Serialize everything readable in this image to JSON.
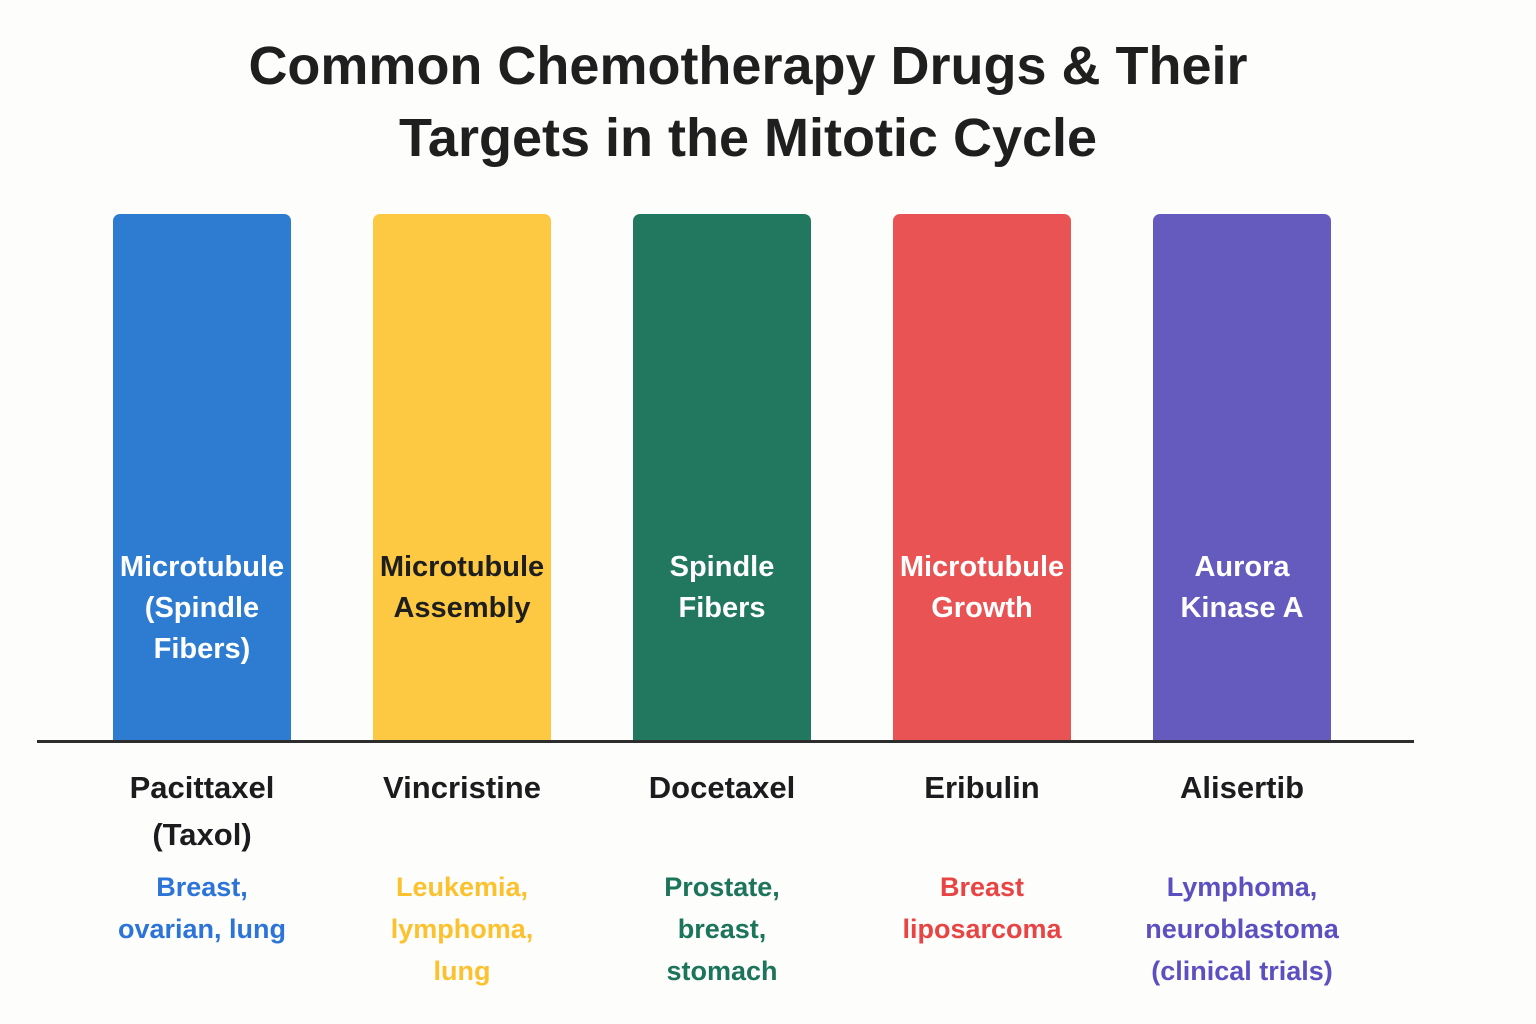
{
  "title_lines": [
    "Common Chemotherapy Drugs & Their",
    "Targets in the Mitotic Cycle"
  ],
  "chart_data": {
    "type": "bar",
    "title": "Common Chemotherapy Drugs & Their Targets in the Mitotic Cycle",
    "orientation": "vertical",
    "layout": {
      "numeric_axis": false,
      "grid": false,
      "legend": false,
      "baseline": "single black horizontal line under bars",
      "baseline_color": "#2d2d2d",
      "note": "all five bars are equal height (categorical infographic, no numeric values)"
    },
    "categories": [
      "Pacittaxel (Taxol)",
      "Vincristine",
      "Docetaxel",
      "Eribulin",
      "Alisertib"
    ],
    "values": [
      1,
      1,
      1,
      1,
      1
    ],
    "bars": [
      {
        "drug": "Pacittaxel (Taxol)",
        "drug_lines": [
          "Pacittaxel",
          "(Taxol)"
        ],
        "target": "Microtubule (Spindle Fibers)",
        "target_lines": [
          "Microtubule",
          "(Spindle",
          "Fibers)"
        ],
        "cancers": "Breast, ovarian, lung",
        "cancer_lines": [
          "Breast,",
          "ovarian, lung"
        ],
        "bar_color": "#2e7cd1",
        "target_text_color": "#ffffff",
        "cancer_text_color": "#2d74d8"
      },
      {
        "drug": "Vincristine",
        "drug_lines": [
          "Vincristine"
        ],
        "target": "Microtubule Assembly",
        "target_lines": [
          "Microtubule",
          "Assembly"
        ],
        "cancers": "Leukemia, lymphoma, lung",
        "cancer_lines": [
          "Leukemia,",
          "lymphoma,",
          "lung"
        ],
        "bar_color": "#fdc842",
        "target_text_color": "#1e1e1e",
        "cancer_text_color": "#fcc12e"
      },
      {
        "drug": "Docetaxel",
        "drug_lines": [
          "Docetaxel"
        ],
        "target": "Spindle Fibers",
        "target_lines": [
          "Spindle",
          "Fibers"
        ],
        "cancers": "Prostate, breast, stomach",
        "cancer_lines": [
          "Prostate,",
          "breast,",
          "stomach"
        ],
        "bar_color": "#22785f",
        "target_text_color": "#ffffff",
        "cancer_text_color": "#1c745a"
      },
      {
        "drug": "Eribulin",
        "drug_lines": [
          "Eribulin"
        ],
        "target": "Microtubule Growth",
        "target_lines": [
          "Microtubule",
          "Growth"
        ],
        "cancers": "Breast liposarcoma",
        "cancer_lines": [
          "Breast",
          "liposarcoma"
        ],
        "bar_color": "#e95353",
        "target_text_color": "#ffffff",
        "cancer_text_color": "#e94444"
      },
      {
        "drug": "Alisertib",
        "drug_lines": [
          "Alisertib"
        ],
        "target": "Aurora Kinase A",
        "target_lines": [
          "Aurora",
          "Kinase A"
        ],
        "cancers": "Lymphoma, neuroblastoma (clinical trials)",
        "cancer_lines": [
          "Lymphoma,",
          "neuroblastoma",
          "(clinical trials)"
        ],
        "bar_color": "#655abe",
        "target_text_color": "#ffffff",
        "cancer_text_color": "#5c50c0"
      }
    ]
  }
}
